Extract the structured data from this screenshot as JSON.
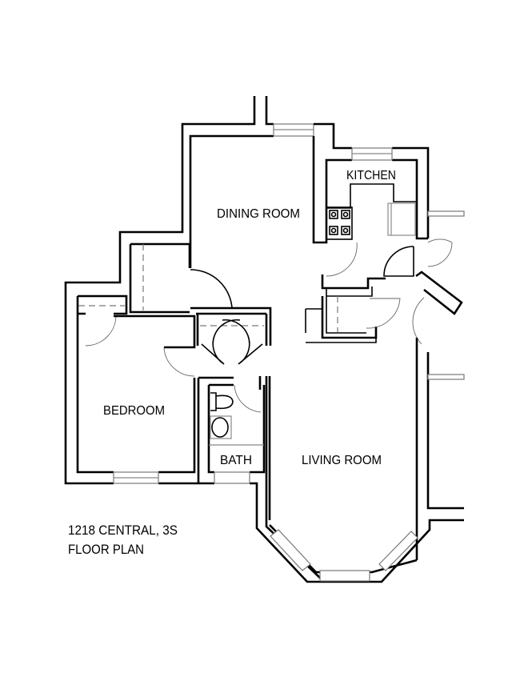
{
  "rooms": {
    "dining": "DINING ROOM",
    "kitchen": "KITCHEN",
    "bedroom": "BEDROOM",
    "bath": "BATH",
    "living": "LIVING ROOM"
  },
  "caption": {
    "address": "1218 CENTRAL,  3S",
    "subtitle": "FLOOR PLAN"
  }
}
